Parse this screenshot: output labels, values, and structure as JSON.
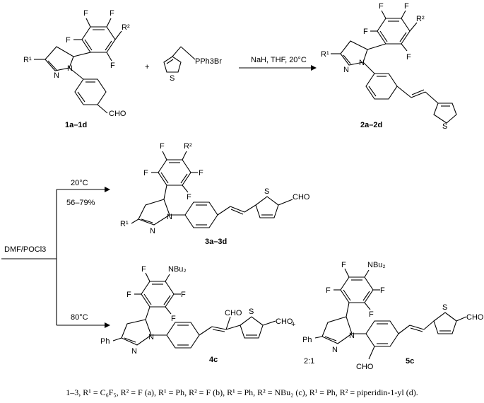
{
  "reaction1": {
    "conditions": "NaH, THF, 20°C",
    "plus": "+",
    "reagent_label": "PPh3Br",
    "start_label": "1a–1d",
    "product_label": "2a–2d"
  },
  "reaction2": {
    "reagent": "DMF/POCl3",
    "upper_branch": {
      "temp": "20°C",
      "yield": "56–79%",
      "product_label": "3a–3d"
    },
    "lower_branch": {
      "temp": "80°C",
      "product_4_label": "4c",
      "plus": "+",
      "product_5_label": "5c",
      "ratio": "2:1"
    }
  },
  "atoms": {
    "F": "F",
    "N": "N",
    "S": "S",
    "CHO": "CHO",
    "R1": "R¹",
    "R2": "R²",
    "NBu2": "NBu₂",
    "Ph": "Ph"
  },
  "footnote": "1–3, R¹ = C₆F₅, R² = F (a), R¹ = Ph, R² = F (b), R¹ = Ph, R² = NBu₂ (c), R¹ = Ph, R² = piperidin-1-yl (d)."
}
